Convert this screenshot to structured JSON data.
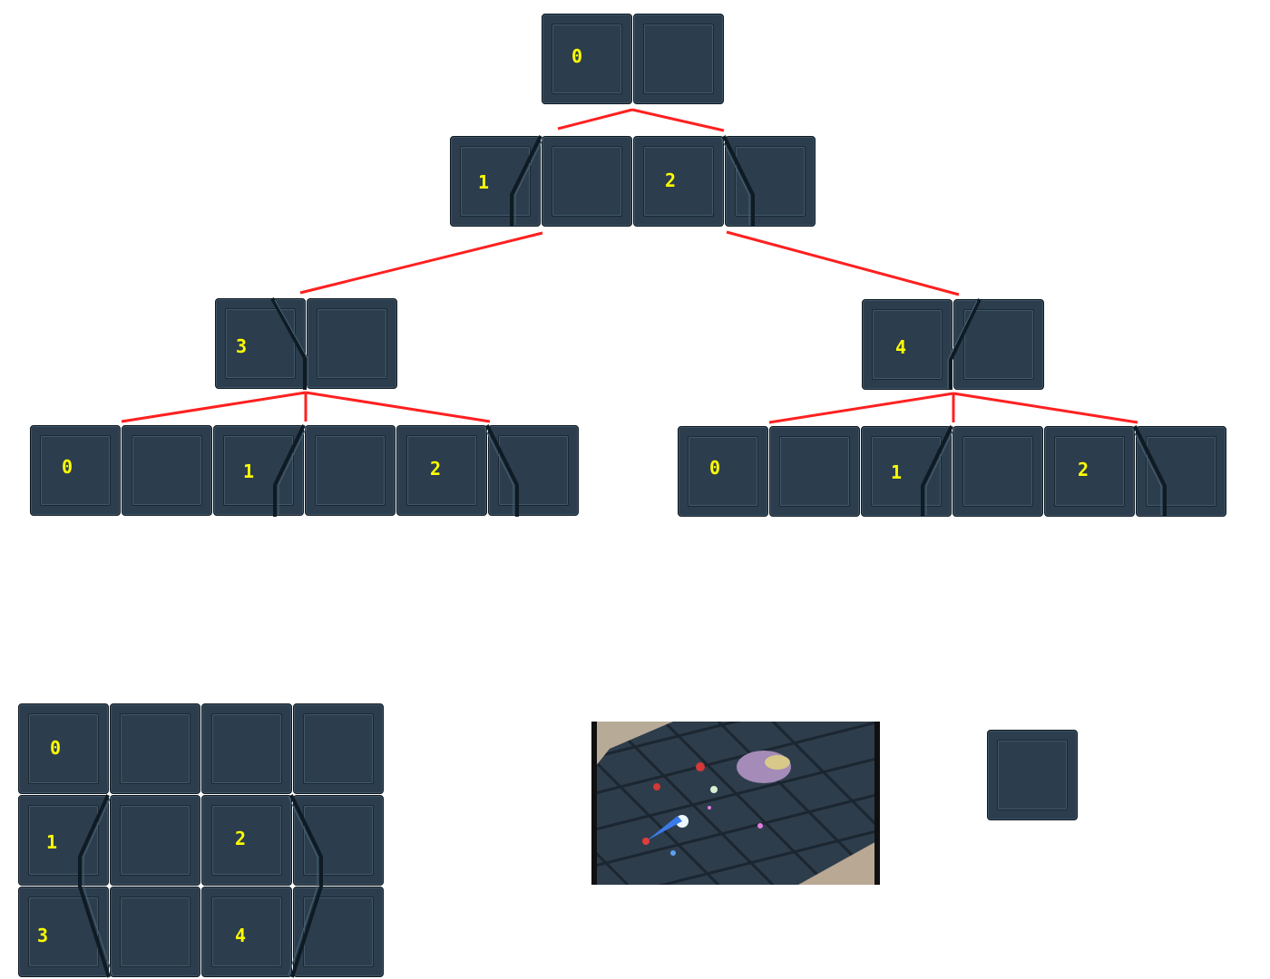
{
  "colors": {
    "tile_fill": "#2c3e4d",
    "tile_border": "#0e1820",
    "groove": "#0f1b24",
    "tree_line": "#ff2020",
    "label": "#ffff00"
  },
  "tree": {
    "root": {
      "label": "0"
    },
    "level1": [
      {
        "label": "1"
      },
      {
        "label": "2"
      }
    ],
    "level2": [
      {
        "label": "3"
      },
      {
        "label": "4"
      }
    ],
    "left_leaves": [
      {
        "label": "0"
      },
      {
        "label": "1"
      },
      {
        "label": "2"
      }
    ],
    "right_leaves": [
      {
        "label": "0"
      },
      {
        "label": "1"
      },
      {
        "label": "2"
      }
    ]
  },
  "tileset_grid": {
    "labels": [
      "0",
      "1",
      "2",
      "3",
      "4"
    ]
  },
  "preview": {
    "icon": "game-scene-preview"
  },
  "single_tile": {
    "icon": "blank-tile"
  }
}
